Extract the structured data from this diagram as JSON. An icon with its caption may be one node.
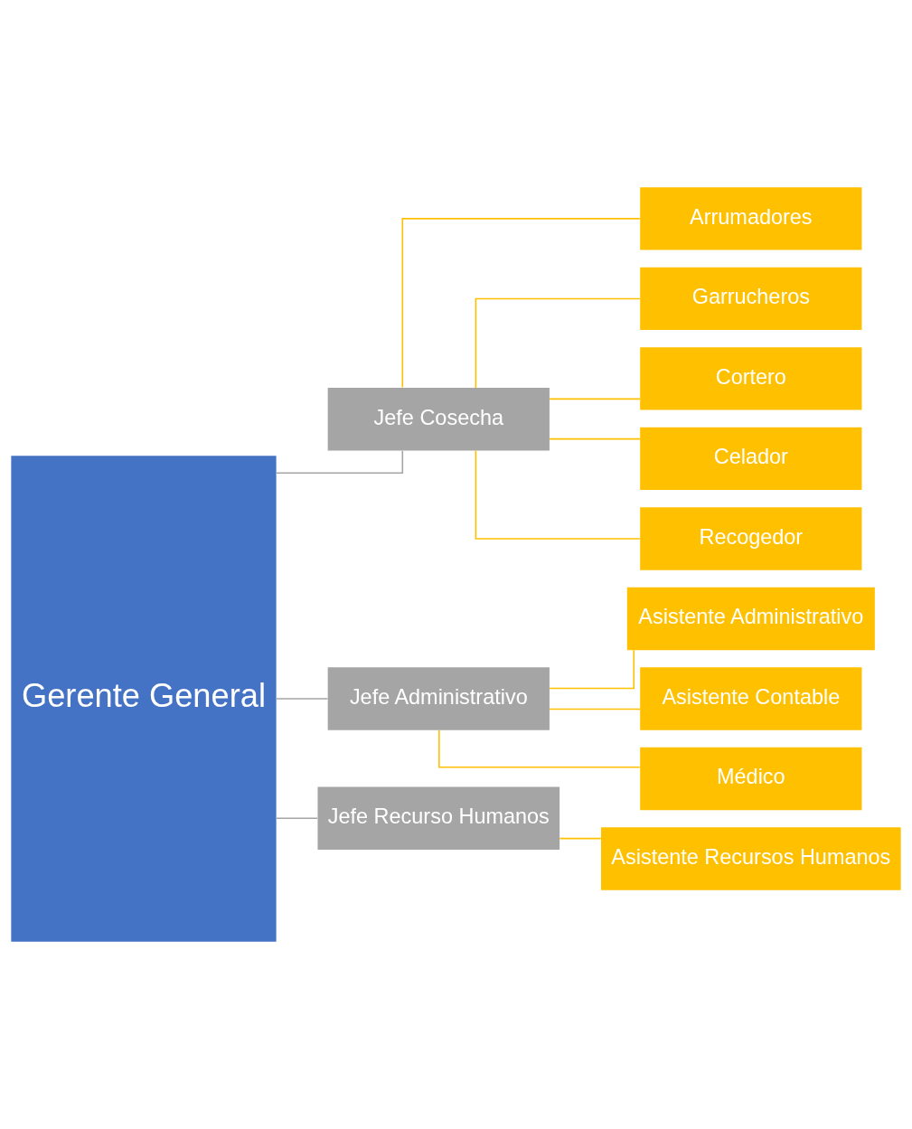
{
  "diagram": {
    "nodes": [
      {
        "text": [
          "Gerente General"
        ]
      },
      {
        "text": [
          "Jefe Cosecha"
        ]
      },
      {
        "text": [
          "Arrumadores"
        ]
      },
      {
        "text": [
          "Garrucheros"
        ]
      },
      {
        "text": [
          "Cortero"
        ]
      },
      {
        "text": [
          "Celador"
        ]
      },
      {
        "text": [
          "Recogedor"
        ]
      },
      {
        "text": [
          "Jefe Administrativo"
        ]
      },
      {
        "text": [
          "Asistente Administrativo"
        ]
      },
      {
        "text": [
          "Asistente Contable"
        ]
      },
      {
        "text": [
          "Médico"
        ]
      },
      {
        "text": [
          "Jefe Recurso Humanos"
        ]
      },
      {
        "text": [
          "Asistente Recursos Humanos"
        ]
      }
    ],
    "edges": [
      {
        "from": 0,
        "to": 1,
        "arrow": "none",
        "color": "#a5a5a5"
      },
      {
        "from": 0,
        "to": 7,
        "arrow": "none",
        "color": "#a5a5a5"
      },
      {
        "from": 0,
        "to": 11,
        "arrow": "none",
        "color": "#a5a5a5"
      },
      {
        "from": 1,
        "to": 2,
        "arrow": "none"
      },
      {
        "from": 1,
        "to": 3,
        "arrow": "none"
      },
      {
        "from": 1,
        "to": 4,
        "arrow": "none"
      },
      {
        "from": 1,
        "to": 5,
        "arrow": "none"
      },
      {
        "from": 1,
        "to": 6,
        "arrow": "none"
      },
      {
        "from": 7,
        "to": 8,
        "arrow": "none"
      },
      {
        "from": 7,
        "to": 9,
        "arrow": "none"
      },
      {
        "from": 7,
        "to": 10,
        "arrow": "none"
      },
      {
        "from": 11,
        "to": 12,
        "arrow": "none"
      }
    ]
  }
}
